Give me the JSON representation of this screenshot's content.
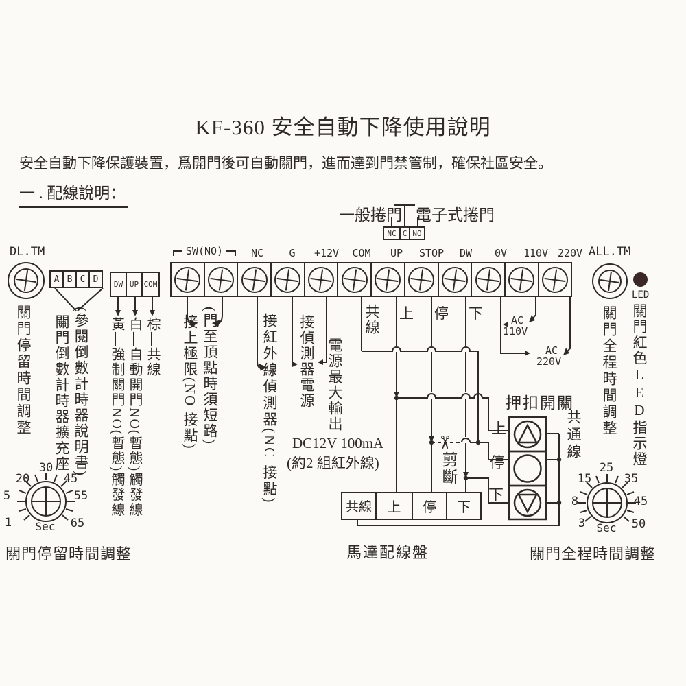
{
  "header": {
    "title": "KF-360 安全自動下降使用說明",
    "intro": "安全自動下降保護裝置，爲開門後可自動關門，進而達到門禁管制，確保社區安全。",
    "section": "一 . 配線說明："
  },
  "connector": {
    "left_door": "一般捲門",
    "right_door": "電子式捲門",
    "cells": [
      "NC",
      "C",
      "NO"
    ]
  },
  "strip": {
    "dl_tm": "DL.TM",
    "all_tm": "ALL.TM",
    "led": "LED",
    "abcd": [
      "A",
      "B",
      "C",
      "D"
    ],
    "dwupcom": [
      "DW",
      "UP",
      "COM"
    ],
    "sw_label": "SW(NO)",
    "labels": [
      "NC",
      "G",
      "+12V",
      "COM",
      "UP",
      "STOP",
      "DW",
      "0V",
      "110V",
      "220V"
    ]
  },
  "notes": {
    "dl_tm_note": "關門停留時間調整",
    "abcd_note1": "關門倒數計時器擴充座",
    "abcd_note2": "(參閱倒數計時器說明書)",
    "dw_note": "黃—強制關門NO(暫態)觸發線",
    "up_note": "白—自動開門NO(暫態)觸發線",
    "com_note": "棕—共線",
    "sw_note1": "接上極限(NO 接點)",
    "sw_note2": "(門至頂點時須短路)",
    "nc_note": "接紅外線偵測器(NC 接點)",
    "g_note": "接偵測器電源",
    "v12_note": "電源最大輸出",
    "dc_line1": "DC12V 100mA",
    "dc_line2": "(約2 組紅外線)",
    "com_wire": "共線",
    "up_wire": "上",
    "stop_wire": "停",
    "dw_wire": "下",
    "ac110_l1": "AC",
    "ac110_l2": "110V",
    "ac220_l1": "AC",
    "ac220_l2": "220V",
    "all_tm_note": "關門全程時間調整",
    "led_note": "關門紅色LED指示燈",
    "cut_note": "剪斷"
  },
  "push_switch": {
    "title": "押扣開關",
    "up": "上",
    "stop": "停",
    "down": "下",
    "common": "共通線"
  },
  "motor_panel": {
    "cells": [
      "共線",
      "上",
      "停",
      "下"
    ],
    "label": "馬達配線盤"
  },
  "left_dial": {
    "n": [
      "30",
      "20",
      "45",
      "5",
      "55",
      "1",
      "65"
    ],
    "unit": "Sec",
    "label": "關門停留時間調整"
  },
  "right_dial": {
    "n": [
      "25",
      "15",
      "35",
      "8",
      "45",
      "3",
      "50"
    ],
    "unit": "Sec",
    "label": "關門全程時間調整"
  },
  "icons": {
    "scissors": "✂"
  }
}
